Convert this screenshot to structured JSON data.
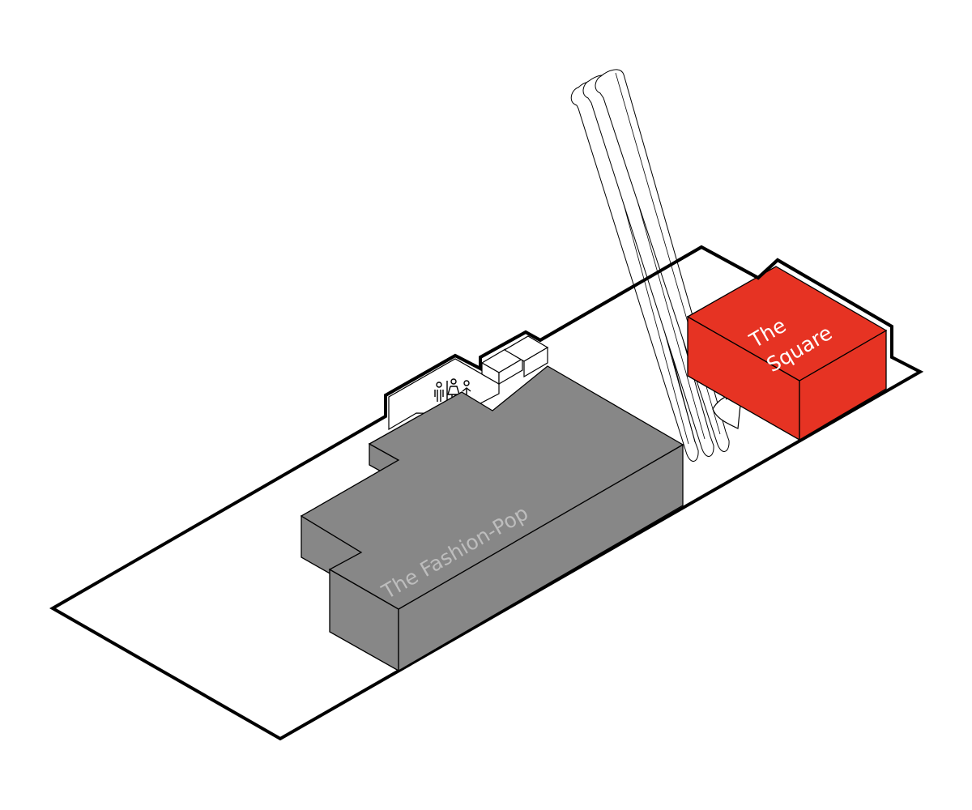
{
  "zones": {
    "fashion_pop": {
      "label": "The Fashion-Pop",
      "color": "#878787",
      "label_color": "#bdbdbd"
    },
    "square": {
      "label_line1": "The",
      "label_line2": "Square",
      "color": "#e63323",
      "label_color": "#ffffff"
    }
  },
  "icons": {
    "restroom": "restroom-icon",
    "escalator": "escalator"
  },
  "colors": {
    "floor_outline": "#000000",
    "floor_fill": "#ffffff"
  }
}
